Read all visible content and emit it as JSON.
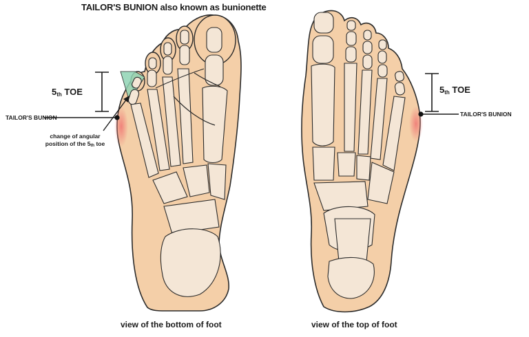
{
  "title": "TAILOR'S BUNION also known as bunionette",
  "left_view": {
    "toe_label": {
      "main": "5",
      "sub": "th",
      "rest": " TOE"
    },
    "bunion_label": "TAILOR'S BUNION",
    "angle_note": {
      "line1": "change of angular",
      "line2_a": "position of the 5",
      "line2_sub": "th",
      "line2_b": " toe"
    },
    "caption": "view of the bottom of foot"
  },
  "right_view": {
    "toe_label": {
      "main": "5",
      "sub": "th",
      "rest": " TOE"
    },
    "bunion_label": "TAILOR'S BUNION",
    "caption": "view of the top of foot"
  },
  "colors": {
    "skin": "#f4cfa8",
    "bone": "#f4e6d6",
    "outline": "#2a2a2a",
    "bunion": "#f07f78",
    "angle_wedge": "#8fd3b4"
  }
}
